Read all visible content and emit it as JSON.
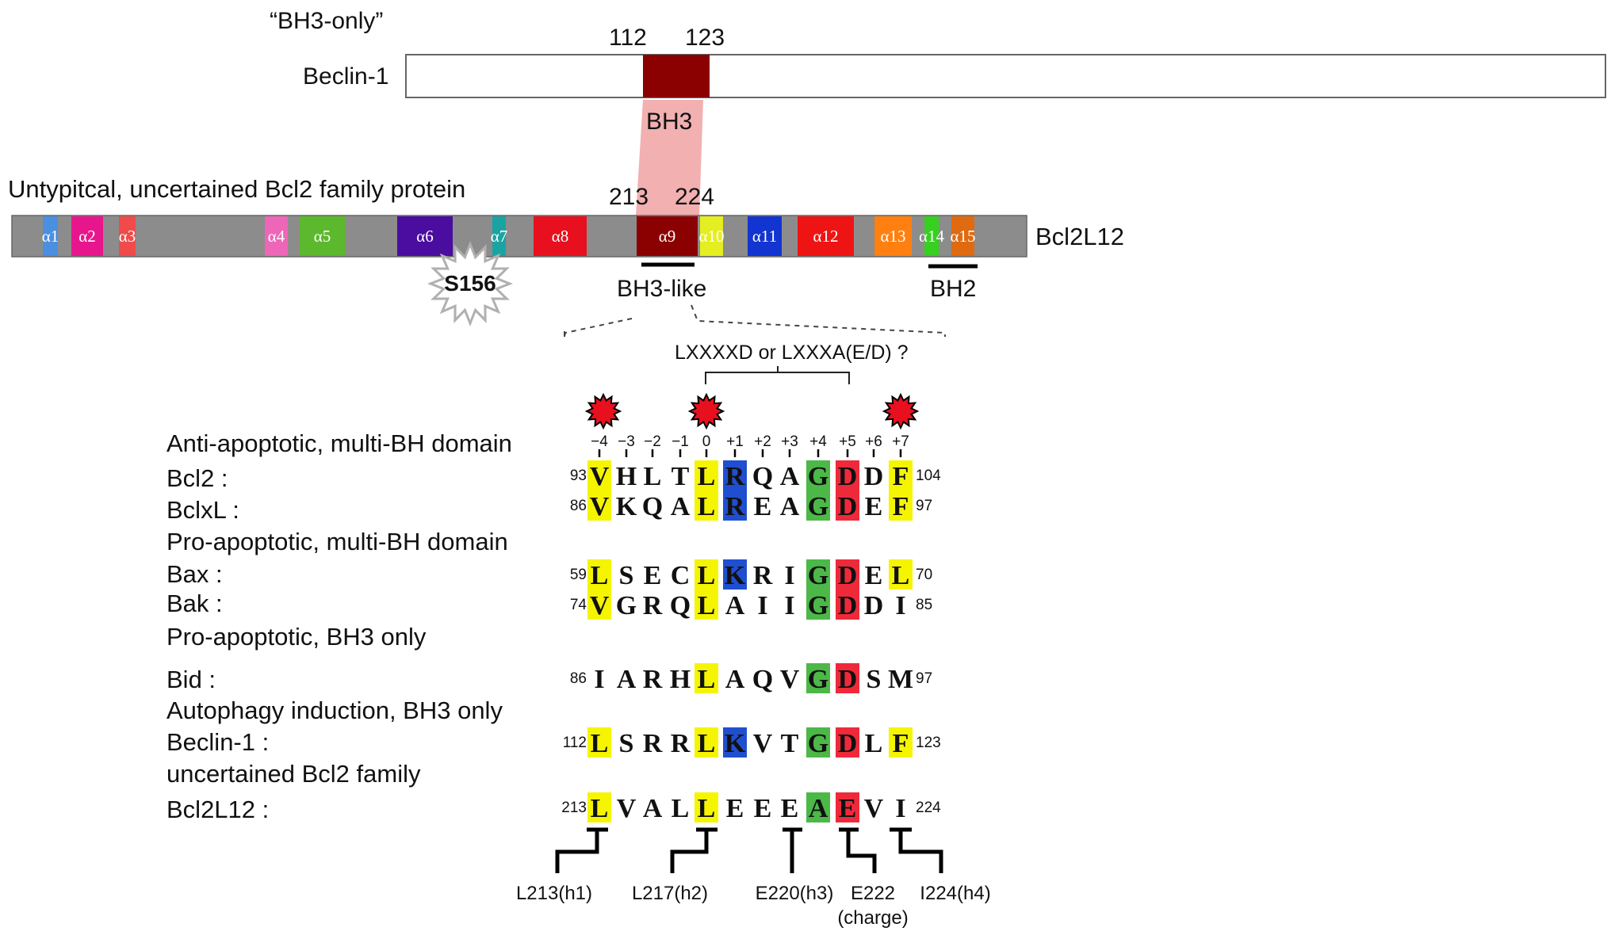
{
  "header": {
    "bh3_only": "“BH3-only”",
    "beclin_label": "Beclin-1",
    "beclin_pos_start": "112",
    "beclin_pos_end": "123",
    "bh3_label": "BH3",
    "bcl2l12_title": "Untypitcal, uncertained Bcl2 family protein",
    "bcl2l12_pos_start": "213",
    "bcl2l12_pos_end": "224",
    "bcl2l12_label": "Bcl2L12",
    "s156_label": "S156",
    "bh3like_label": "BH3-like",
    "bh2_label": "BH2",
    "motif_label": "LXXXXD  or  LXXXA(E/D) ?"
  },
  "colors": {
    "bar_gray": "#8c8c8c",
    "bh3_red": "#8b0000",
    "bh3_link": "#ef9c9c",
    "hydrophobic_yellow": "#f5f500",
    "basic_blue": "#1f4fd0",
    "glycine_green": "#4cb848",
    "acidic_red": "#ee2a3a"
  },
  "helices": [
    {
      "name": "α1",
      "color": "#4a8fe0"
    },
    {
      "name": "α2",
      "color": "#e8168c"
    },
    {
      "name": "α3",
      "color": "#f04a4a"
    },
    {
      "name": "α4",
      "color": "#ee66b8"
    },
    {
      "name": "α5",
      "color": "#5cb82c"
    },
    {
      "name": "α6",
      "color": "#4b0ca0"
    },
    {
      "name": "α7",
      "color": "#1aa3a3"
    },
    {
      "name": "α8",
      "color": "#e8101e"
    },
    {
      "name": "α9",
      "color": "#8b0000"
    },
    {
      "name": "α10",
      "color": "#e4ee20"
    },
    {
      "name": "α11",
      "color": "#1234d0"
    },
    {
      "name": "α12",
      "color": "#ee1414"
    },
    {
      "name": "α13",
      "color": "#ff8010"
    },
    {
      "name": "α14",
      "color": "#36d020"
    },
    {
      "name": "α15",
      "color": "#e06a10"
    }
  ],
  "positions": [
    "−4",
    "−3",
    "−2",
    "−1",
    "0",
    "+1",
    "+2",
    "+3",
    "+4",
    "+5",
    "+6",
    "+7"
  ],
  "groups": {
    "anti": "Anti-apoptotic, multi-BH domain",
    "pro_multi": "Pro-apoptotic, multi-BH domain",
    "pro_bh3": "Pro-apoptotic, BH3 only",
    "autophagy": "Autophagy induction, BH3 only",
    "uncertain": "uncertained Bcl2 family"
  },
  "sequences": [
    {
      "name": "Bcl2 :",
      "start": "93",
      "end": "104",
      "residues": [
        "V",
        "H",
        "L",
        "T",
        "L",
        "R",
        "Q",
        "A",
        "G",
        "D",
        "D",
        "F"
      ],
      "colors": [
        "y",
        "",
        "",
        "",
        "y",
        "b",
        "",
        "",
        "g",
        "r",
        "",
        "y"
      ]
    },
    {
      "name": "BclxL :",
      "start": "86",
      "end": "97",
      "residues": [
        "V",
        "K",
        "Q",
        "A",
        "L",
        "R",
        "E",
        "A",
        "G",
        "D",
        "E",
        "F"
      ],
      "colors": [
        "y",
        "",
        "",
        "",
        "y",
        "b",
        "",
        "",
        "g",
        "r",
        "",
        "y"
      ]
    },
    {
      "name": "Bax :",
      "start": "59",
      "end": "70",
      "residues": [
        "L",
        "S",
        "E",
        "C",
        "L",
        "K",
        "R",
        "I",
        "G",
        "D",
        "E",
        "L"
      ],
      "colors": [
        "y",
        "",
        "",
        "",
        "y",
        "b",
        "",
        "",
        "g",
        "r",
        "",
        "y"
      ]
    },
    {
      "name": "Bak :",
      "start": "74",
      "end": "85",
      "residues": [
        "V",
        "G",
        "R",
        "Q",
        "L",
        "A",
        "I",
        "I",
        "G",
        "D",
        "D",
        "I"
      ],
      "colors": [
        "y",
        "",
        "",
        "",
        "y",
        "",
        "",
        "",
        "g",
        "r",
        "",
        ""
      ]
    },
    {
      "name": "Bid :",
      "start": "86",
      "end": "97",
      "residues": [
        "I",
        "A",
        "R",
        "H",
        "L",
        "A",
        "Q",
        "V",
        "G",
        "D",
        "S",
        "M"
      ],
      "colors": [
        "",
        "",
        "",
        "",
        "y",
        "",
        "",
        "",
        "g",
        "r",
        "",
        ""
      ]
    },
    {
      "name": "Beclin-1 :",
      "start": "112",
      "end": "123",
      "residues": [
        "L",
        "S",
        "R",
        "R",
        "L",
        "K",
        "V",
        "T",
        "G",
        "D",
        "L",
        "F"
      ],
      "colors": [
        "y",
        "",
        "",
        "",
        "y",
        "b",
        "",
        "",
        "g",
        "r",
        "",
        "y"
      ]
    },
    {
      "name": "Bcl2L12 :",
      "start": "213",
      "end": "224",
      "residues": [
        "L",
        "V",
        "A",
        "L",
        "L",
        "E",
        "E",
        "E",
        "A",
        "E",
        "V",
        "I"
      ],
      "colors": [
        "y",
        "",
        "",
        "",
        "y",
        "",
        "",
        "",
        "g",
        "r",
        "",
        ""
      ]
    }
  ],
  "annotations": [
    {
      "label": "L213(h1)"
    },
    {
      "label": "L217(h2)"
    },
    {
      "label": "E220(h3)"
    },
    {
      "label": "E222"
    },
    {
      "label": "(charge)"
    },
    {
      "label": "I224(h4)"
    }
  ]
}
